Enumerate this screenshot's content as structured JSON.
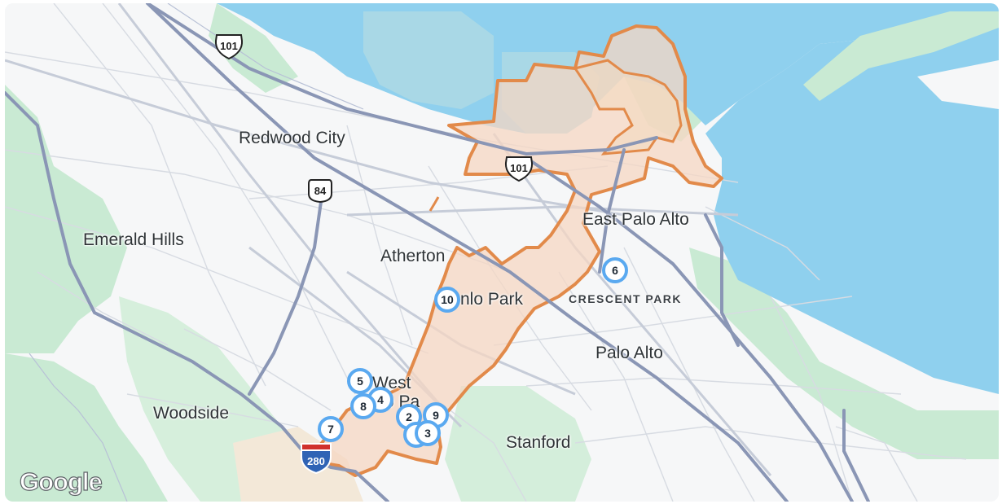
{
  "map": {
    "colors": {
      "water": "#8fd0ee",
      "land": "#f6f7f8",
      "park": "#c9ead3",
      "highlight_fill": "#f6d7c3",
      "highlight_stroke": "#e28a4a",
      "highway": "#8a96b5",
      "marker_ring": "#5aa9f0"
    },
    "places": [
      {
        "name": "Redwood City",
        "type": "city"
      },
      {
        "name": "Emerald Hills",
        "type": "city"
      },
      {
        "name": "Atherton",
        "type": "city"
      },
      {
        "name": "nlo Park",
        "type": "city"
      },
      {
        "name": "East Palo Alto",
        "type": "city"
      },
      {
        "name": "CRESCENT PARK",
        "type": "neighborhood"
      },
      {
        "name": "Palo Alto",
        "type": "city"
      },
      {
        "name": "West",
        "type": "city"
      },
      {
        "name": "o Pa",
        "type": "city"
      },
      {
        "name": "Woodside",
        "type": "city"
      },
      {
        "name": "Stanford",
        "type": "city"
      }
    ],
    "shields": [
      "101",
      "101",
      "84",
      "280"
    ],
    "markers": [
      "6",
      "10",
      "5",
      "4",
      "8",
      "2",
      "9",
      "3",
      "7"
    ],
    "logo": "Google"
  }
}
